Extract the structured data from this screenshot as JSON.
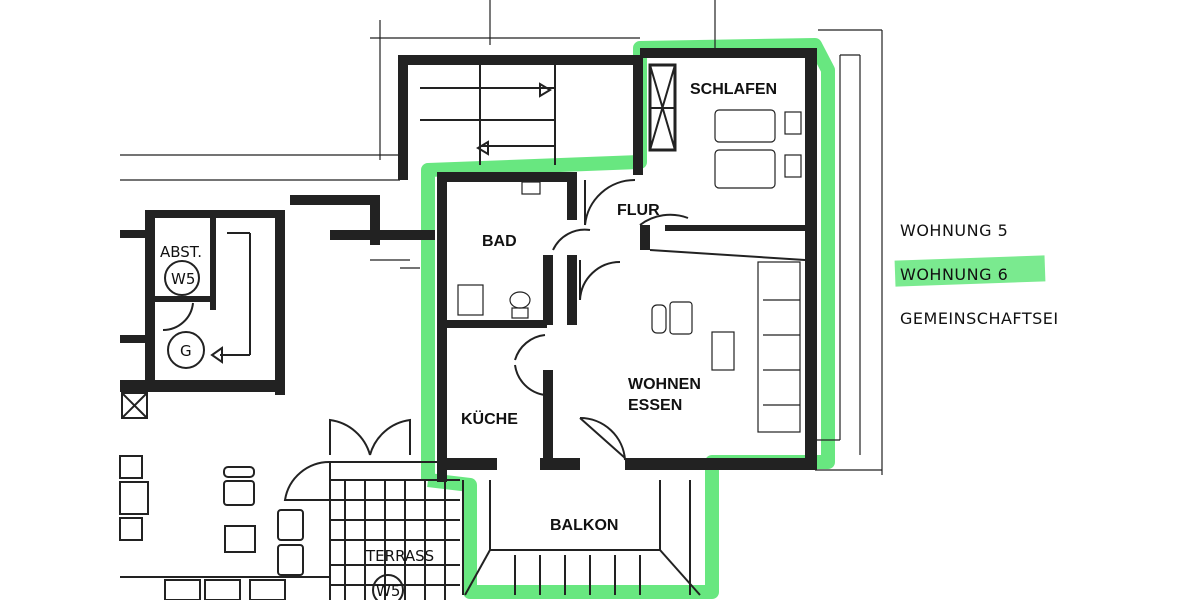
{
  "rooms": {
    "schlafen": "SCHLAFEN",
    "flur": "FLUR",
    "bad": "BAD",
    "kueche": "KÜCHE",
    "wohnen": "WOHNEN",
    "essen": "ESSEN",
    "balkon": "BALKON",
    "terrasse": "TERRASS"
  },
  "annotations": {
    "abst": "ABST.",
    "w5_storage": "W5",
    "g": "G",
    "w5_terrace": "W5"
  },
  "legend": [
    {
      "label": "WOHNUNG 5",
      "highlight": null
    },
    {
      "label": "WOHNUNG 6",
      "highlight": "#4de36a"
    },
    {
      "label": "GEMEINSCHAFTSEI",
      "highlight": null
    }
  ],
  "colors": {
    "highlight": "#4de36a",
    "walls": "#222222"
  }
}
